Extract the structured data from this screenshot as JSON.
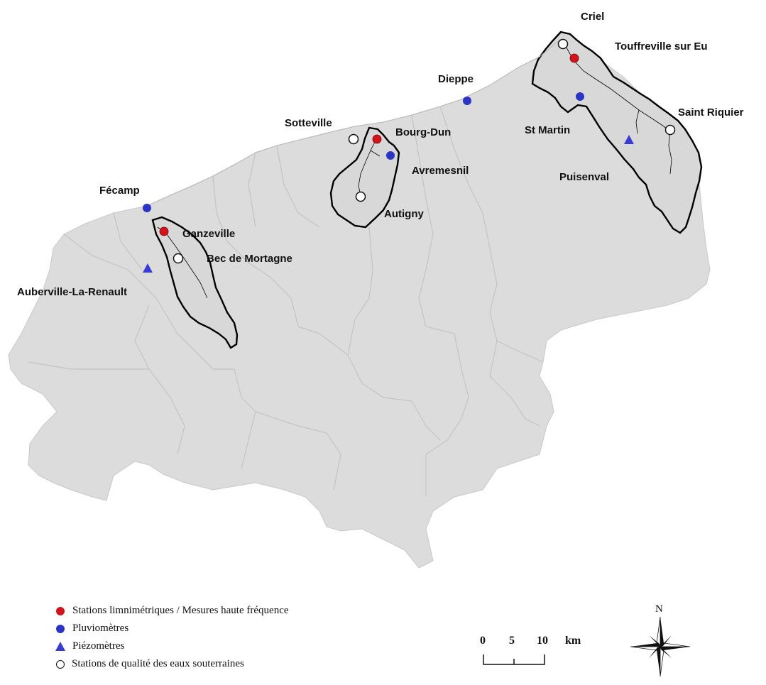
{
  "map": {
    "labels": {
      "criel": "Criel",
      "touffreville": "Touffreville sur Eu",
      "dieppe": "Dieppe",
      "saint_riquier": "Saint Riquier",
      "st_martin": "St Martin",
      "puisenval": "Puisenval",
      "sotteville": "Sotteville",
      "bourg_dun": "Bourg-Dun",
      "avremesnil": "Avremesnil",
      "autigny": "Autigny",
      "fecamp": "Fécamp",
      "ganzeville": "Ganzeville",
      "bec_de_mortagne": "Bec de Mortagne",
      "auberville": "Auberville-La-Renault"
    }
  },
  "legend": {
    "items": [
      {
        "label": "Stations limnimétriques / Mesures haute fréquence",
        "symbol": "red-circle",
        "color": "#d4141c"
      },
      {
        "label": "Pluviomètres",
        "symbol": "blue-circle",
        "color": "#2b34c4"
      },
      {
        "label": "Piézomètres",
        "symbol": "blue-triangle",
        "color": "#3a3ad6"
      },
      {
        "label": "Stations de qualité des eaux souterraines",
        "symbol": "white-circle",
        "color": "#ffffff"
      }
    ]
  },
  "scale_bar": {
    "ticks": [
      "0",
      "5",
      "10"
    ],
    "unit": "km"
  },
  "compass": {
    "north_label": "N"
  },
  "colors": {
    "land": "#dcdcdc",
    "boundary": "#c4c4c4",
    "catchment": "#000000"
  }
}
